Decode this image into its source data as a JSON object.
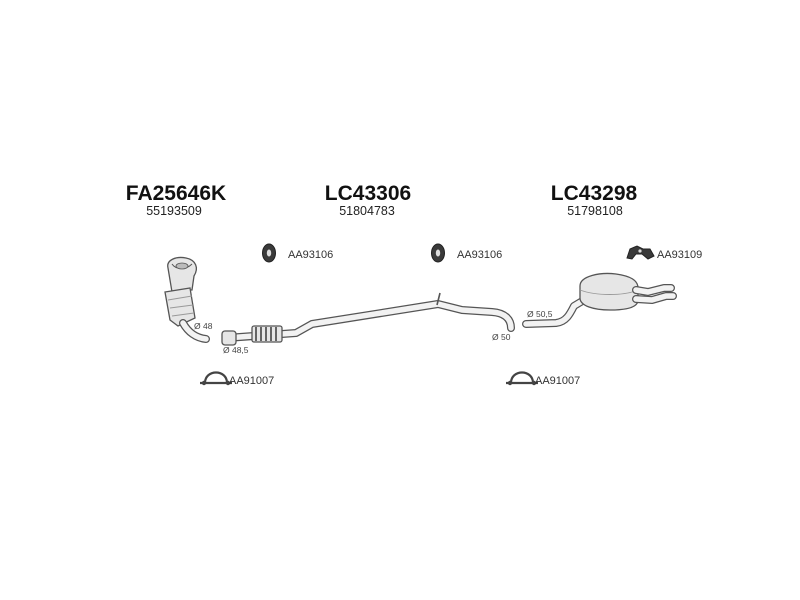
{
  "parts": [
    {
      "code": "FA25646K",
      "oem": "55193509"
    },
    {
      "code": "LC43306",
      "oem": "51804783"
    },
    {
      "code": "LC43298",
      "oem": "51798108"
    }
  ],
  "accessories": {
    "hanger_1": "AA93106",
    "hanger_2": "AA93106",
    "hanger_3": "AA93109",
    "clamp_1": "AA91007",
    "clamp_2": "AA91007"
  },
  "diameters": {
    "cat_outlet": "Ø 48",
    "mid_inlet": "Ø 48,5",
    "mid_outlet": "Ø 50",
    "rear_inlet": "Ø 50,5"
  }
}
